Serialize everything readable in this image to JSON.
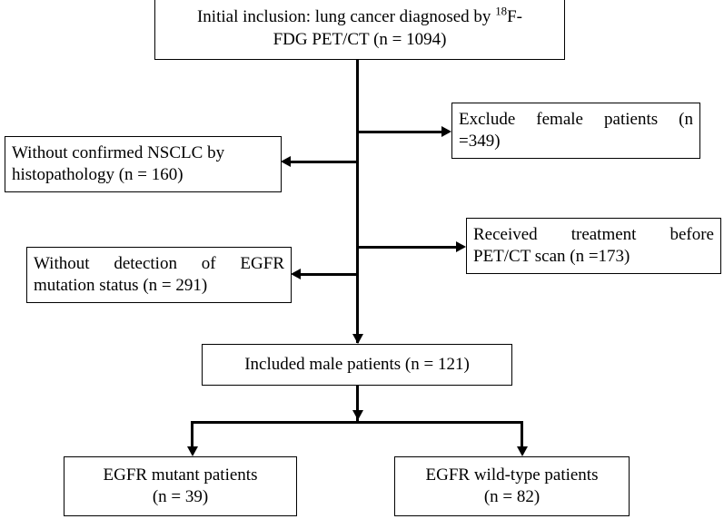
{
  "figure": {
    "type": "flowchart",
    "title": "Patient selection flow diagram",
    "orientation": "top-down",
    "stroke_color": "#000000",
    "background_color": "#ffffff"
  },
  "nodes": {
    "initial_inclusion": {
      "line1_a": "Initial inclusion: lung cancer diagnosed by ",
      "line1_sup": "18",
      "line1_b": "F-",
      "line2": "FDG PET/CT (n = 1094)"
    },
    "exclude_female": {
      "line1": "Exclude female patients (n",
      "line2": "=349)"
    },
    "without_nsclc": {
      "line1": "Without confirmed NSCLC by",
      "line2": "histopathology (n = 160)"
    },
    "received_treatment": {
      "line1": "Received treatment before",
      "line2": "PET/CT scan (n =173)"
    },
    "without_egfr_detection": {
      "line1": "Without detection of EGFR",
      "line2": "mutation status (n = 291)"
    },
    "included_male": {
      "line1": "Included male patients (n = 121)"
    },
    "egfr_mutant": {
      "line1": "EGFR mutant patients",
      "line2": "(n = 39)"
    },
    "egfr_wild_type": {
      "line1": "EGFR wild-type patients",
      "line2": "(n = 82)"
    }
  },
  "counts": {
    "initial_cohort": 1094,
    "excluded_female": 349,
    "excluded_no_nsclc": 160,
    "excluded_prior_treatment": 173,
    "excluded_no_egfr_status": 291,
    "included_male": 121,
    "egfr_mutant": 39,
    "egfr_wild_type": 82
  }
}
